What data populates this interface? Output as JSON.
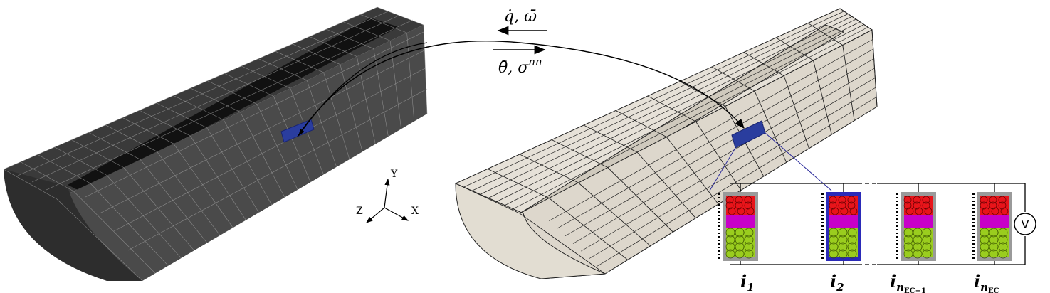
{
  "labels": {
    "top_upper_label": "q̇, ω̄",
    "top_lower_label": "θ̄, σ",
    "top_lower_sup": "nn",
    "axis_y": "Y",
    "axis_z": "Z",
    "axis_x": "X",
    "voltmeter": "V"
  },
  "cells": [
    {
      "main": "i",
      "sub": "1",
      "highlight": false
    },
    {
      "main": "i",
      "sub": "2",
      "highlight": true
    },
    {
      "main": "i",
      "sub": "n",
      "sub2": "EC−1",
      "highlight": false
    },
    {
      "main": "i",
      "sub": "n",
      "sub2": "EC",
      "highlight": false
    }
  ],
  "colors": {
    "mesh_light": "#e6e1d8",
    "mesh_dark": "#2a2a2a",
    "highlight_block": "#2a3d9e",
    "cell_frame": "#9a9a9a",
    "cell_highlight_frame": "#2a2ab8",
    "red_particles": "#e8141a",
    "separator": "#c800c8",
    "green_particles": "#9acd1e"
  }
}
